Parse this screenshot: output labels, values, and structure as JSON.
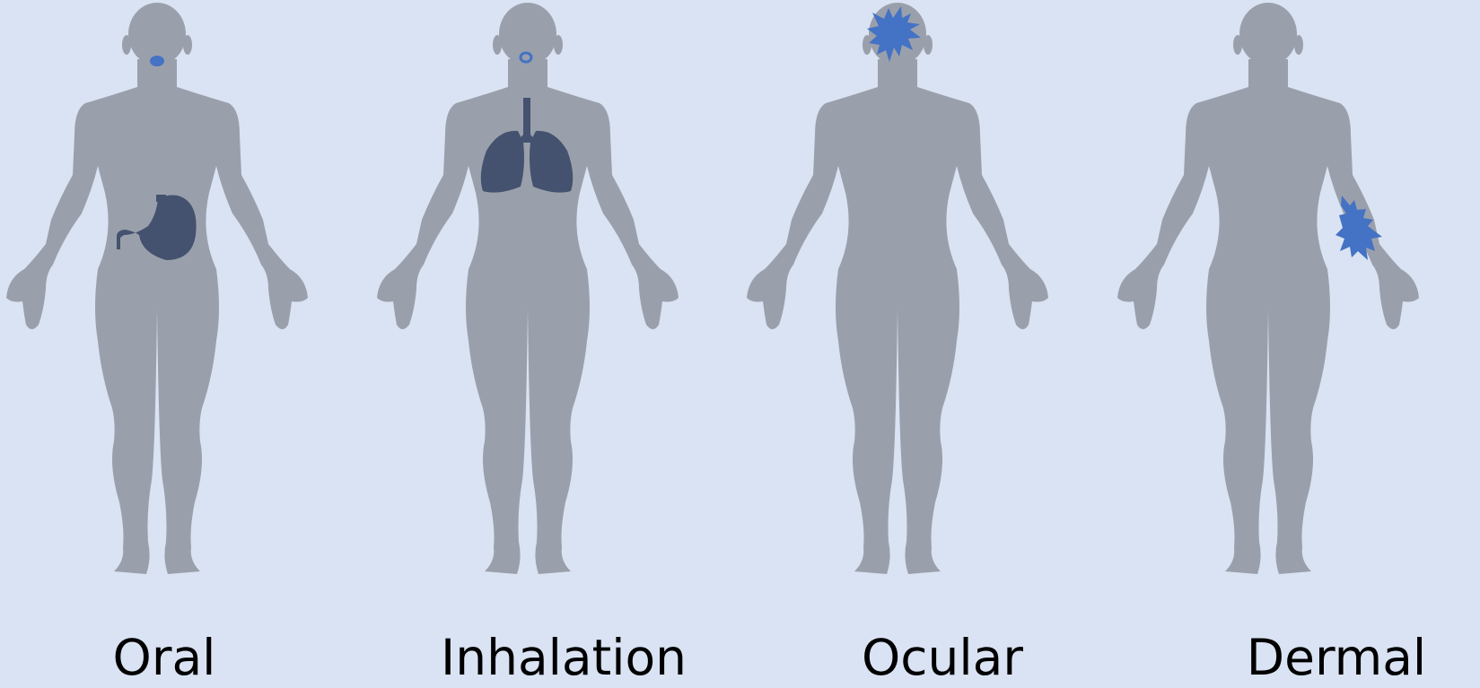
{
  "colors": {
    "background": "#dae3f3",
    "body_silhouette": "#9aa0ab",
    "organ": "#44526f",
    "exposure_highlight": "#4472c4",
    "label_text": "#000000"
  },
  "routes": [
    {
      "label": "Oral",
      "organ_icon": "stomach-icon",
      "exposure_icon": "mouth-dot-icon"
    },
    {
      "label": "Inhalation",
      "organ_icon": "lungs-icon",
      "exposure_icon": "mouth-dot-icon"
    },
    {
      "label": "Ocular",
      "organ_icon": "",
      "exposure_icon": "starburst-icon"
    },
    {
      "label": "Dermal",
      "organ_icon": "",
      "exposure_icon": "starburst-icon"
    }
  ]
}
